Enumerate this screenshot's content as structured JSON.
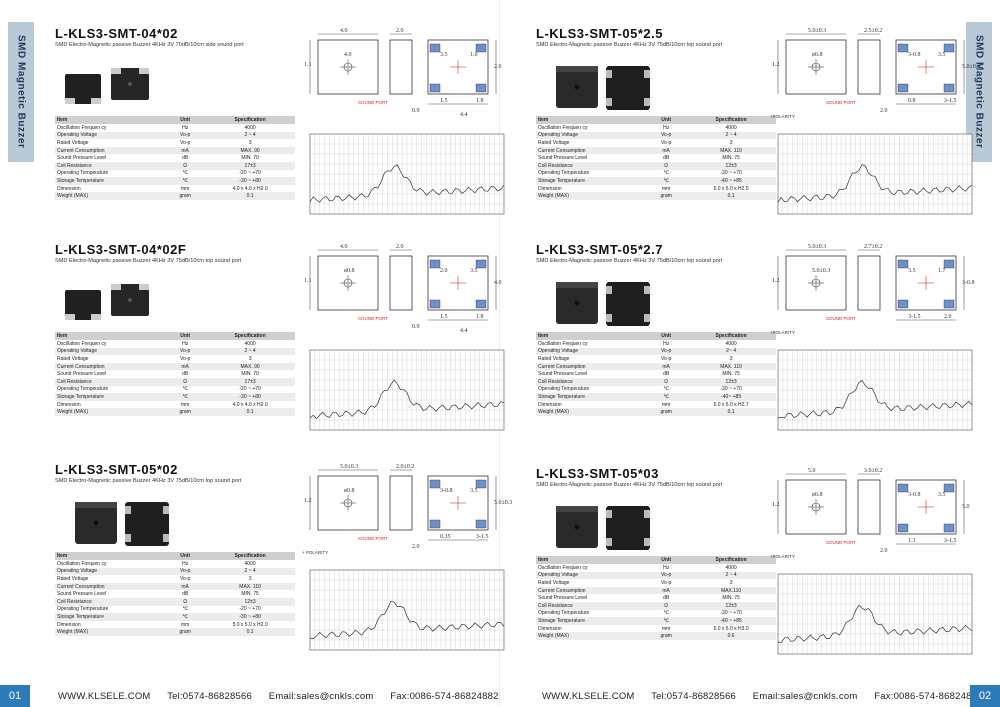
{
  "side_tabs": {
    "left": "SMD Magnetic Buzzer",
    "right": "SMD Magnetic Buzzer"
  },
  "spec_headers": [
    "Item",
    "Unit",
    "Specification"
  ],
  "products": [
    {
      "title": "L-KLS3-SMT-04*02",
      "subtitle": "SMD Electro-Magnetic passive Buzzer  4KHz 3V 70dB/10cm side sound port",
      "rows": [
        [
          "Oscillation Frequen  cy",
          "Hz",
          "4000"
        ],
        [
          "Operating Voltage",
          "Vo-p",
          "2 ~ 4"
        ],
        [
          "Rated Voltage",
          "Vo-p",
          "3"
        ],
        [
          "Current Consumption",
          "mA",
          "MAX. 90"
        ],
        [
          "Sound Pressure Level",
          "dB",
          "MIN. 70"
        ],
        [
          "Coil Resistance",
          "Ω",
          "17±3"
        ],
        [
          "Operating Temperature",
          "℃",
          "-20 ~ +70"
        ],
        [
          "Storage Temperature",
          "℃",
          "-30 ~ +80"
        ],
        [
          "Dimension",
          "mm",
          "4.0 x 4.0 x H2.0"
        ],
        [
          "Weight (MAX)",
          "gram",
          "0.1"
        ]
      ],
      "dims": [
        "4.0",
        "2.0",
        "1.1",
        "4.0",
        "2.0",
        "3.5",
        "1.0",
        "1.5",
        "1.8",
        "0.9",
        "4.4"
      ],
      "sound_port": "SOUND PORT"
    },
    {
      "title": "L-KLS3-SMT-05*2.5",
      "subtitle": "SMD Electro-Magnetic passive Buzzer  4KHz 3V 75dB/10cm top sound port",
      "rows": [
        [
          "Oscillation Frequen  cy",
          "Hz",
          "4000"
        ],
        [
          "Operating Voltage",
          "Vo-p",
          "2 ~ 4"
        ],
        [
          "Rated Voltage",
          "Vo-p",
          "3"
        ],
        [
          "Current Consumption",
          "mA",
          "MAX. 110"
        ],
        [
          "Sound Pressure Level",
          "dB",
          "MIN. 75"
        ],
        [
          "Coil Resistance",
          "Ω",
          "12±3"
        ],
        [
          "Operating Temperature",
          "℃",
          "-30 ~ +70"
        ],
        [
          "Storage Temperature",
          "℃",
          "-40 ~ +85"
        ],
        [
          "Dimension",
          "mm",
          "5.0 x 5.0 x H2.5"
        ],
        [
          "Weight (MAX)",
          "gram",
          "0.1"
        ]
      ],
      "dims": [
        "5.0±0.3",
        "2.5±0.2",
        "1.2",
        "ø0.8",
        "5.0±0.3",
        "3-0.8",
        "3.5",
        "0.8",
        "3-1.5",
        "2.0"
      ],
      "sound_port": "SOUND PORT",
      "polarity": "+POLARITY"
    },
    {
      "title": "L-KLS3-SMT-04*02F",
      "subtitle": "SMD Electro-Magnetic passive Buzzer  4KHz 3V 75dB/10cm top sound port",
      "rows": [
        [
          "Oscillation Frequen  cy",
          "Hz",
          "4000"
        ],
        [
          "Operating Voltage",
          "Vo-p",
          "2 ~ 4"
        ],
        [
          "Rated Voltage",
          "Vo-p",
          "3"
        ],
        [
          "Current Consumption",
          "mA",
          "MAX. 90"
        ],
        [
          "Sound Pressure Level",
          "dB",
          "MIN. 70"
        ],
        [
          "Coil Resistance",
          "Ω",
          "17±3"
        ],
        [
          "Operating Temperature",
          "℃",
          "-20 ~ +70"
        ],
        [
          "Storage Temperature",
          "℃",
          "-30 ~ +80"
        ],
        [
          "Dimension",
          "mm",
          "4.0 x 4.0 x H2.0"
        ],
        [
          "Weight (MAX)",
          "gram",
          "0.1"
        ]
      ],
      "dims": [
        "4.0",
        "2.0",
        "1.1",
        "ø0.8",
        "4.0",
        "2.0",
        "3.5",
        "1.5",
        "1.8",
        "0.9",
        "4.4"
      ],
      "sound_port": "SOUND PORT"
    },
    {
      "title": "L-KLS3-SMT-05*2.7",
      "subtitle": "SMD Electro-Magnetic passive Buzzer  4KHz 3V 75dB/10cm top sound port",
      "rows": [
        [
          "Oscillation Frequen  cy",
          "Hz",
          "4000"
        ],
        [
          "Operating Voltage",
          "Vo-p",
          "2~ 4"
        ],
        [
          "Rated Voltage",
          "Vo-p",
          "3"
        ],
        [
          "Current Consumption",
          "mA",
          "MAX. 110"
        ],
        [
          "Sound Pressure Level",
          "dB",
          "MIN. 75"
        ],
        [
          "Coil Resistance",
          "Ω",
          "12±3"
        ],
        [
          "Operating Temperature",
          "℃",
          "-30 ~ +70"
        ],
        [
          "Storage Temperature",
          "℃",
          "-40~ +85"
        ],
        [
          "Dimension",
          "mm",
          "5.0 x 5.0 x H2.7"
        ],
        [
          "Weight (MAX)",
          "gram",
          "0.1"
        ]
      ],
      "dims": [
        "5.0±0.3",
        "2.7±0.2",
        "1.2",
        "5.0±0.3",
        "3-0.8",
        "3.5",
        "1.7",
        "3-1.5",
        "2.0"
      ],
      "sound_port": "SOUND PORT",
      "polarity": "+POLARITY"
    },
    {
      "title": "L-KLS3-SMT-05*02",
      "subtitle": "SMD Electro-Magnetic passive Buzzer  4KHz 3V 75dB/10cm top sound port",
      "rows": [
        [
          "Oscillation Frequen  cy",
          "Hz",
          "4000"
        ],
        [
          "Operating Voltage",
          "Vo-p",
          "2 ~ 4"
        ],
        [
          "Rated Voltage",
          "Vo-p",
          "3"
        ],
        [
          "Current Consumption",
          "mA",
          "MAX. 110"
        ],
        [
          "Sound Pressure Level",
          "dB",
          "MIN. 75"
        ],
        [
          "Coil Resistance",
          "Ω",
          "12±3"
        ],
        [
          "Operating Temperature",
          "℃",
          "-20 ~ +70"
        ],
        [
          "Storage Temperature",
          "℃",
          "-30 ~ +80"
        ],
        [
          "Dimension",
          "mm",
          "5.0 x 5.0 x H2.0"
        ],
        [
          "Weight (MAX)",
          "gram",
          "0.1"
        ]
      ],
      "dims": [
        "5.0±0.3",
        "2.0±0.2",
        "1.2",
        "ø0.8",
        "5.0±0.3",
        "3-0.8",
        "3.5",
        "0.35",
        "3-1.5",
        "2.0"
      ],
      "sound_port": "SOUND PORT",
      "polarity": "+ POLARITY"
    },
    {
      "title": "L-KLS3-SMT-05*03",
      "subtitle": "SMD Electro-Magnetic passive Buzzer  4KHz 3V 75dB/10cm top sound port",
      "rows": [
        [
          "Oscillation Frequen  cy",
          "Hz",
          "4000"
        ],
        [
          "Operating Voltage",
          "Vo-p",
          "2 ~ 4"
        ],
        [
          "Rated Voltage",
          "Vo-p",
          "3"
        ],
        [
          "Current Consumption",
          "mA",
          "MAX.110"
        ],
        [
          "Sound Pressure Level",
          "dB",
          "MIN. 75"
        ],
        [
          "Coil Resistance",
          "Ω",
          "12±3"
        ],
        [
          "Operating Temperature",
          "℃",
          "-30 ~ +70"
        ],
        [
          "Storage Temperature",
          "℃",
          "-40 ~ +85"
        ],
        [
          "Dimension",
          "mm",
          "5.0 x 5.0 x H3.0"
        ],
        [
          "Weight (MAX)",
          "gram",
          "0.6"
        ]
      ],
      "dims": [
        "5.0",
        "3.0±0.2",
        "1.2",
        "ø0.8",
        "5.0",
        "3-0.8",
        "3.5",
        "1.3",
        "3-1.5",
        "2.0"
      ],
      "sound_port": "SOUND PORT",
      "polarity": "+POLARITY"
    }
  ],
  "footer": {
    "left_page": "01",
    "right_page": "02",
    "website": "WWW.KLSELE.COM",
    "tel": "Tel:0574-86828566",
    "email": "Email:sales@cnkls.com",
    "fax": "Fax:0086-574-86824882"
  },
  "colors": {
    "accent": "#2d7ab8",
    "tab": "#b9c9d6",
    "sound_port": "#e02020"
  }
}
